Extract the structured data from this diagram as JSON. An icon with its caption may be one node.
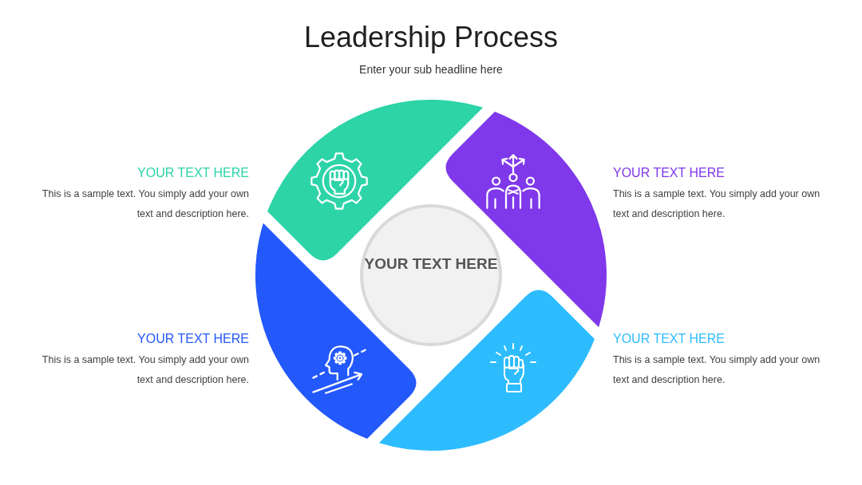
{
  "diagram": {
    "title": "Leadership Process",
    "nodes": [
      {
        "text": [],
        "shape": "segment",
        "beside": [
          "YOUR TEXT HERE",
          "This is a sample text. You simply add your own text and description here."
        ]
      },
      {
        "text": [],
        "shape": "segment",
        "beside": [
          "YOUR TEXT HERE",
          "This is a sample text. You simply add your own text and description here."
        ]
      },
      {
        "text": [
          "YOUR TEXT HERE"
        ]
      },
      {
        "text": [],
        "shape": "segment",
        "beside": [
          "YOUR TEXT HERE",
          "This is a sample text. You simply add your own text and description here."
        ]
      },
      {
        "text": [],
        "shape": "segment",
        "beside": [
          "YOUR TEXT HERE",
          "This is a sample text. You simply add your own text and description here."
        ]
      }
    ],
    "labels": [
      "Enter your sub headline here"
    ]
  }
}
